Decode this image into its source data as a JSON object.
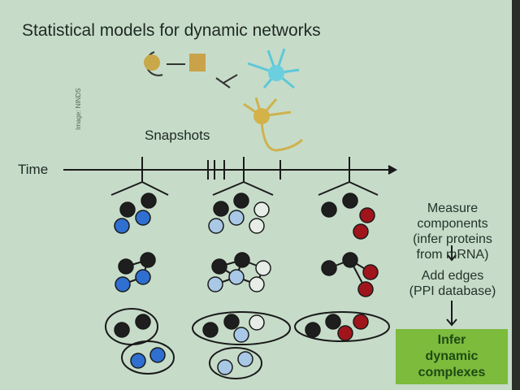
{
  "slide": {
    "title": "Statistical models for dynamic networks",
    "image_credit": "Image: NINDS",
    "snapshots_label": "Snapshots",
    "time_label": "Time",
    "steps": {
      "measure": [
        "Measure",
        "components",
        "(infer proteins",
        "from mRNA)"
      ],
      "edges": [
        "Add edges",
        "(PPI database)"
      ],
      "infer": [
        "Infer",
        "dynamic",
        "complexes"
      ]
    },
    "colors": {
      "background": "#c6dcc9",
      "dark_node": "#1e1e1e",
      "blue_node": "#2f6fd0",
      "light_blue_node": "#a8c8e6",
      "white_node": "#e6ece6",
      "red_node": "#a0151c",
      "infer_box": "#7cbb3c"
    }
  }
}
